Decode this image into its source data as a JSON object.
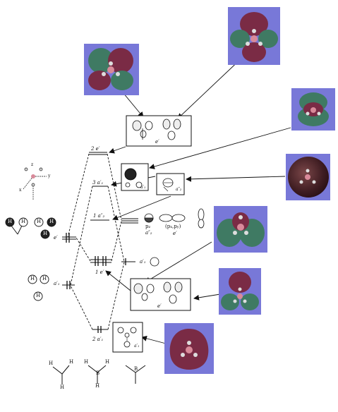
{
  "mo_labels": {
    "e_top": "2 e′",
    "a1_3": "3 a′₁",
    "a2_1": "1 a″₂",
    "e_1": "1 e′",
    "a1_2": "2 a′₁"
  },
  "fragment_labels": {
    "h3_e": "e′",
    "h3_a1": "a′₁",
    "b_a1": "a′₁",
    "b_pz": "p",
    "b_pz_sub": "z",
    "b_a2": "a″₂",
    "b_pxpy": "(p",
    "b_pxpy_mid": "x",
    "b_pxpy_sep": ",p",
    "b_pxpy_end": "y",
    "b_pxpy_close": ")",
    "b_e": "e′"
  },
  "box_labels": {
    "top_e": "e′",
    "a2_box": "a″₂",
    "a1_box": "a′₁",
    "e_box": "e′",
    "a1_bottom": "a′₁"
  },
  "atoms": {
    "H": "H",
    "B": "B"
  },
  "axis_labels": {
    "z": "z",
    "y": "y",
    "x": "x"
  },
  "colors": {
    "lobe_green": "#3f7a63",
    "lobe_red": "#7a2b45",
    "background_blue": "#7878d8",
    "line": "#111111"
  }
}
